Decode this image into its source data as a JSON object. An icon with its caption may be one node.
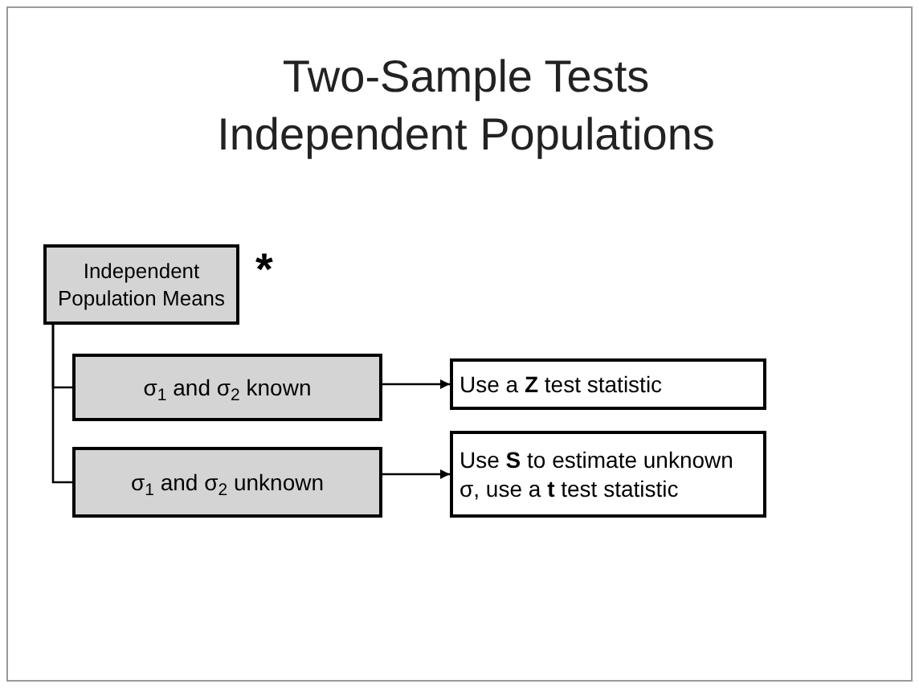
{
  "diagram": {
    "title": "Two-Sample Tests Independent Populations",
    "nodes": [
      {
        "text": [
          "Independent Population Means"
        ],
        "beside": [
          "*"
        ]
      },
      {
        "text": [
          "σ$_{1}$ and σ$_{2}$ known"
        ]
      },
      {
        "text": [
          "σ$_{1}$ and σ$_{2}$ unknown"
        ]
      },
      {
        "text": [
          "Use a **Z** test statistic"
        ]
      },
      {
        "text": [
          "Use **S** to estimate unknown σ, use a **t** test statistic"
        ]
      }
    ],
    "edges": [
      {
        "from": 0,
        "to": 1,
        "arrow": "none"
      },
      {
        "from": 0,
        "to": 2,
        "arrow": "none"
      },
      {
        "from": 1,
        "to": 3,
        "arrow": "to"
      },
      {
        "from": 2,
        "to": 4,
        "arrow": "to"
      }
    ]
  }
}
